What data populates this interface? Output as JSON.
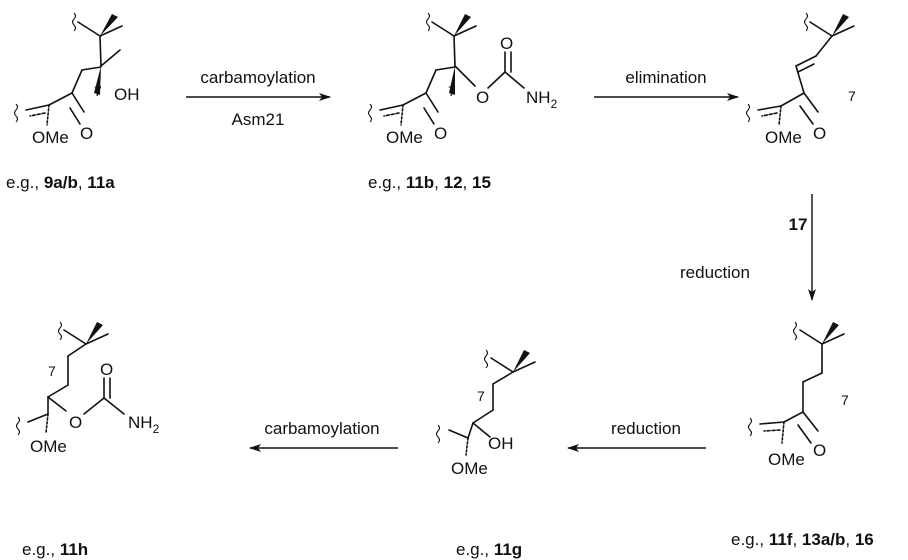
{
  "reactions": {
    "r1": {
      "top": "carbamoylation",
      "bottom": "Asm21"
    },
    "r2": {
      "top": "elimination"
    },
    "r3": {
      "side": "reduction"
    },
    "r4": {
      "top": "reduction"
    },
    "r5": {
      "top": "carbamoylation"
    }
  },
  "compounds": {
    "c1": {
      "prefix": "e.g., ",
      "ids": [
        "9a/b",
        "11a"
      ]
    },
    "c2": {
      "prefix": "e.g., ",
      "ids": [
        "11b",
        "12",
        "15"
      ]
    },
    "c3": {
      "prefix": "",
      "ids": [
        "17"
      ]
    },
    "c4": {
      "prefix": "e.g., ",
      "ids": [
        "11f",
        "13a/b",
        "16"
      ]
    },
    "c5": {
      "prefix": "e.g., ",
      "ids": [
        "11g"
      ]
    },
    "c6": {
      "prefix": "e.g., ",
      "ids": [
        "11h"
      ]
    }
  },
  "atoms": {
    "OH": "OH",
    "O": "O",
    "OMe": "OMe",
    "NH": "NH",
    "sub2": "2",
    "c7": "7"
  }
}
